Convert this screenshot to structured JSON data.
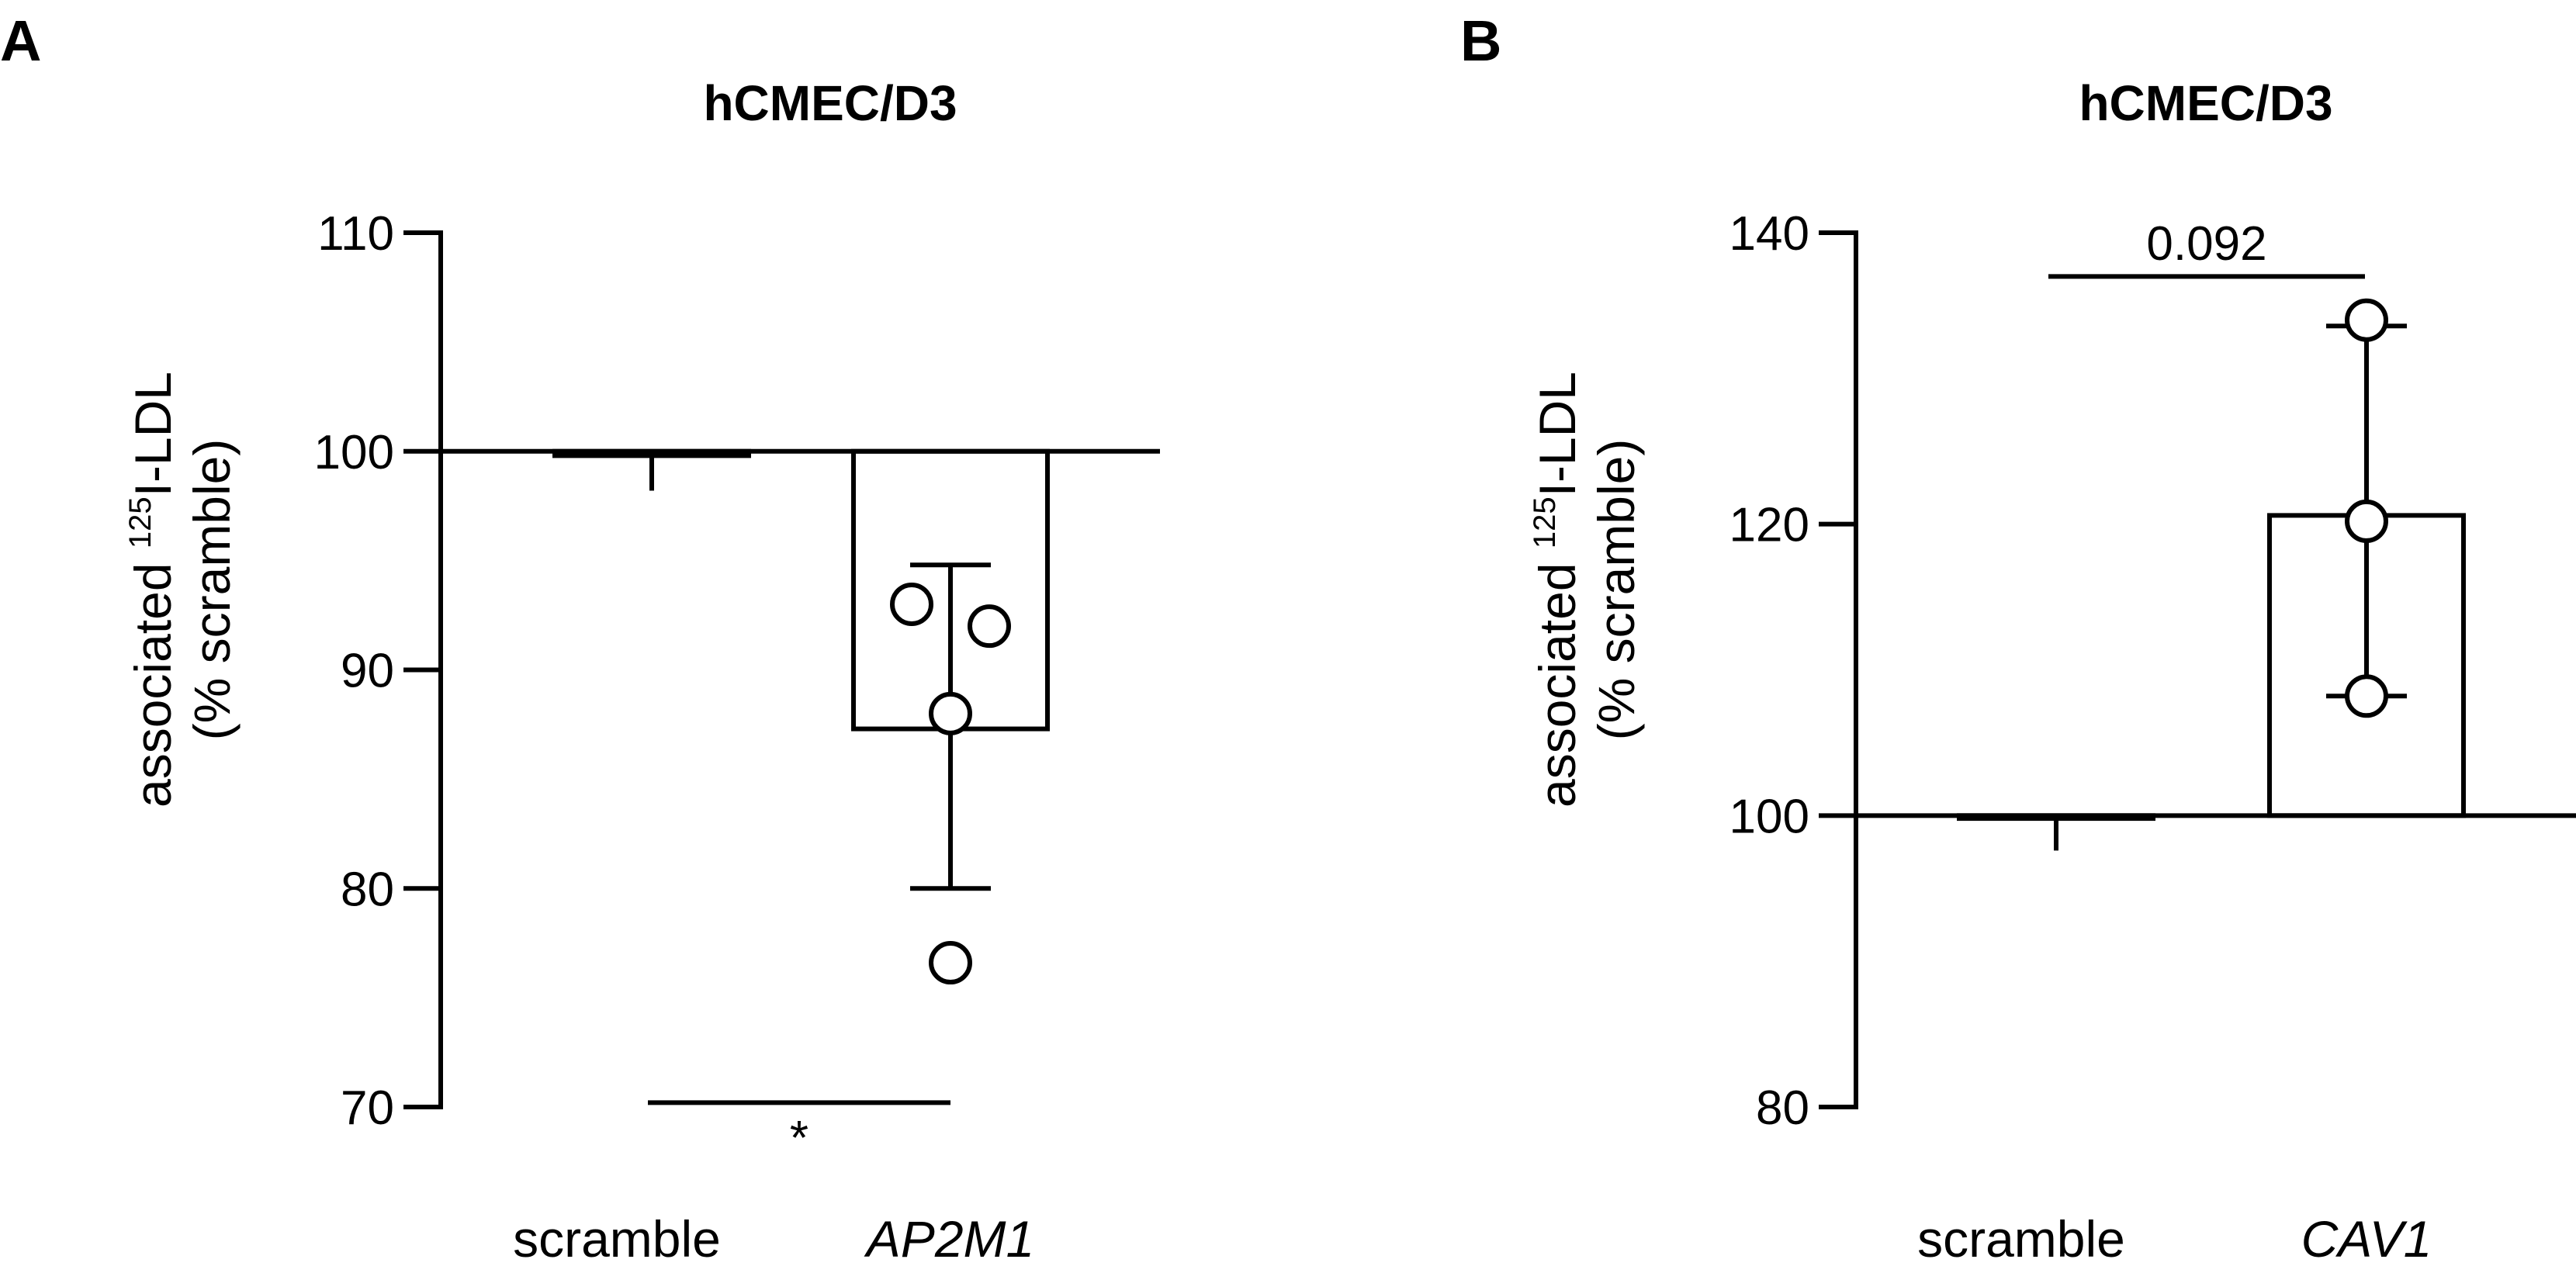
{
  "chart_data": [
    {
      "type": "bar",
      "panel": "A",
      "title": "hCMEC/D3",
      "ylabel_pre": "associated ",
      "ylabel_sup": "125",
      "ylabel_post": "I-LDL",
      "ylabel_line2": "(% scramble)",
      "ylim": [
        70,
        110
      ],
      "yticks": [
        70,
        80,
        90,
        100,
        110
      ],
      "baseline": 100,
      "categories": [
        {
          "label": "scramble",
          "italic": false
        },
        {
          "label": "AP2M1",
          "italic": true
        }
      ],
      "values": [
        99.8,
        87.3
      ],
      "error_low": [
        98.2,
        80.0
      ],
      "error_high": [
        99.8,
        94.8
      ],
      "points": [
        [],
        [
          93.0,
          92.0,
          88.0,
          76.6
        ]
      ],
      "significance": {
        "label": "*",
        "level": 70.2,
        "between": [
          0,
          1
        ],
        "label_position": "below"
      },
      "grid": false,
      "legend": "none"
    },
    {
      "type": "bar",
      "panel": "B",
      "title": "hCMEC/D3",
      "ylabel_pre": "associated ",
      "ylabel_sup": "125",
      "ylabel_post": "I-LDL",
      "ylabel_line2": "(% scramble)",
      "ylim": [
        80,
        140
      ],
      "yticks": [
        80,
        100,
        120,
        140
      ],
      "baseline": 100,
      "categories": [
        {
          "label": "scramble",
          "italic": false
        },
        {
          "label": "CAV1",
          "italic": true
        }
      ],
      "values": [
        99.8,
        120.6
      ],
      "error_low": [
        97.6,
        108.2
      ],
      "error_high": [
        99.8,
        133.6
      ],
      "points": [
        [],
        [
          134.0,
          120.2,
          108.2
        ]
      ],
      "significance": {
        "label": "0.092",
        "level": 137.0,
        "between": [
          0,
          1
        ],
        "label_position": "above"
      },
      "grid": false,
      "legend": "none"
    }
  ]
}
